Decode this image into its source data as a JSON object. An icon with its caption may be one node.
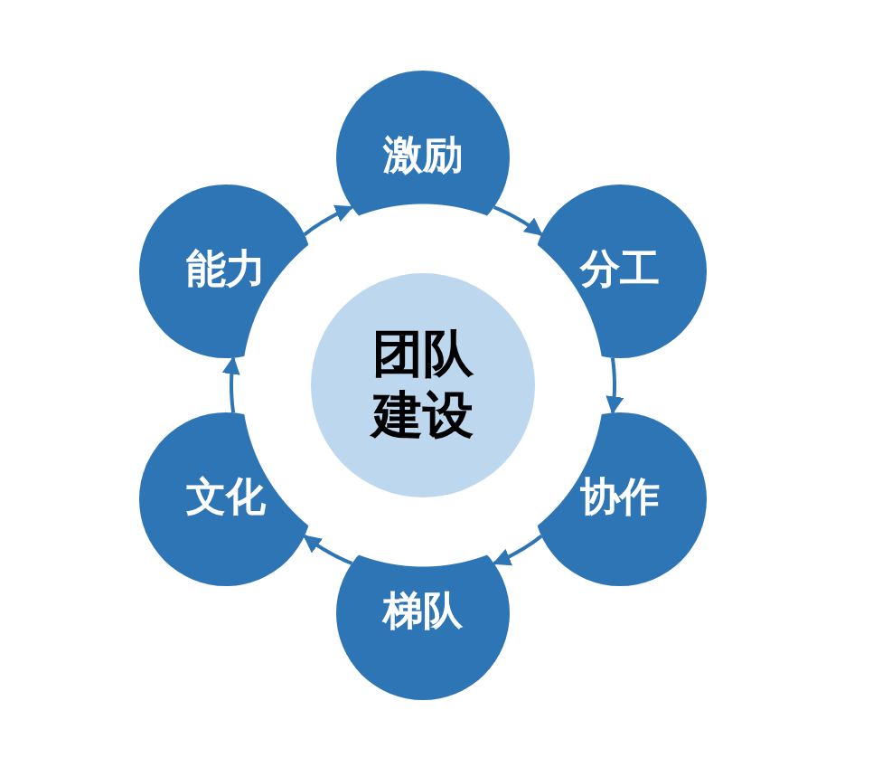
{
  "diagram": {
    "nodes": [
      {
        "text": [
          "团队建设"
        ]
      },
      {
        "text": [
          "激励"
        ]
      },
      {
        "text": [
          "分工"
        ]
      },
      {
        "text": [
          "协作"
        ]
      },
      {
        "text": [
          "梯队"
        ]
      },
      {
        "text": [
          "文化"
        ]
      },
      {
        "text": [
          "能力"
        ]
      }
    ],
    "edges": [
      {
        "from": 1,
        "to": 2,
        "arrow": "to"
      },
      {
        "from": 2,
        "to": 3,
        "arrow": "to"
      },
      {
        "from": 3,
        "to": 4,
        "arrow": "to"
      },
      {
        "from": 4,
        "to": 5,
        "arrow": "to"
      },
      {
        "from": 5,
        "to": 6,
        "arrow": "to"
      },
      {
        "from": 6,
        "to": 1,
        "arrow": "to"
      }
    ]
  }
}
